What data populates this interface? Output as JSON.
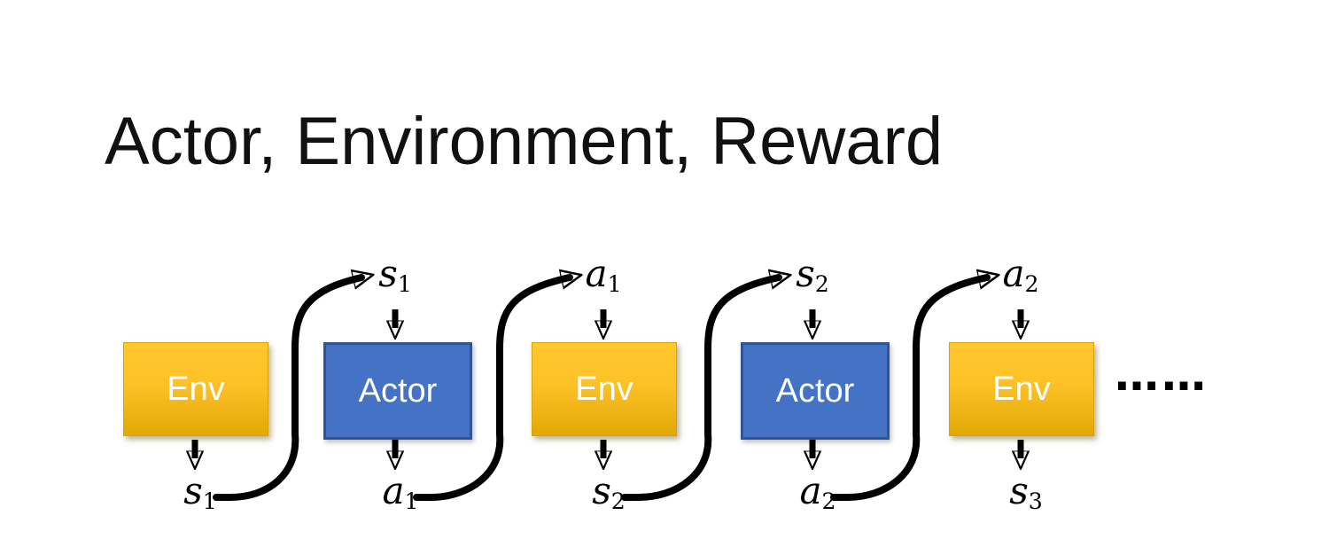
{
  "title": "Actor, Environment, Reward",
  "diagram": {
    "boxes": [
      {
        "label": "Env",
        "type": "env"
      },
      {
        "label": "Actor",
        "type": "actor"
      },
      {
        "label": "Env",
        "type": "env"
      },
      {
        "label": "Actor",
        "type": "actor"
      },
      {
        "label": "Env",
        "type": "env"
      }
    ],
    "top_labels": [
      {
        "base": "s",
        "sub": "1"
      },
      {
        "base": "a",
        "sub": "1"
      },
      {
        "base": "s",
        "sub": "2"
      },
      {
        "base": "a",
        "sub": "2"
      }
    ],
    "bottom_labels": [
      {
        "base": "s",
        "sub": "1"
      },
      {
        "base": "a",
        "sub": "1"
      },
      {
        "base": "s",
        "sub": "2"
      },
      {
        "base": "a",
        "sub": "2"
      },
      {
        "base": "s",
        "sub": "3"
      }
    ],
    "ellipsis": "……"
  },
  "colors": {
    "env_top": "#ffc82e",
    "env_bottom": "#e2a905",
    "actor_fill": "#4472c4",
    "actor_border": "#2f5597",
    "arrow": "#000000",
    "title": "#111111",
    "bg": "#ffffff"
  }
}
